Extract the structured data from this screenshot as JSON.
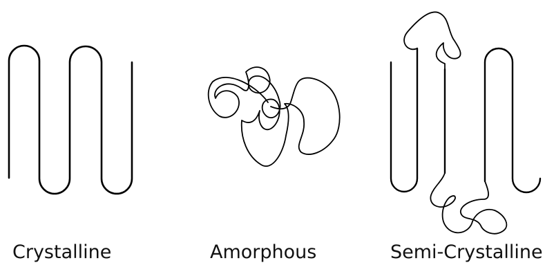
{
  "labels": {
    "crystalline": "Crystalline",
    "amorphous": "Amorphous",
    "semi_crystalline": "Semi-Crystalline"
  },
  "colors": {
    "stroke": "#000000",
    "background": "#ffffff"
  }
}
